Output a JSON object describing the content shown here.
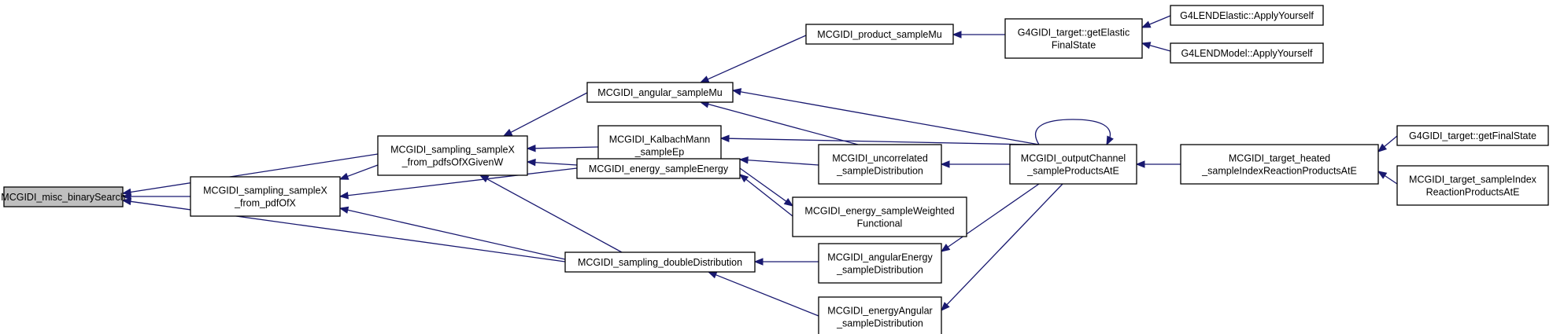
{
  "diagram": {
    "type": "caller-graph",
    "colors": {
      "edge": "#191970",
      "node_fill": "#ffffff",
      "root_fill": "#bfbfbf",
      "border": "#000000"
    },
    "nodes": {
      "root": {
        "lines": [
          "MCGIDI_misc_binarySearch"
        ]
      },
      "pdfOfX": {
        "lines": [
          "MCGIDI_sampling_sampleX",
          "_from_pdfOfX"
        ]
      },
      "pdfsOfXGivenW": {
        "lines": [
          "MCGIDI_sampling_sampleX",
          "_from_pdfsOfXGivenW"
        ]
      },
      "doubleDist": {
        "lines": [
          "MCGIDI_sampling_doubleDistribution"
        ]
      },
      "angularMu": {
        "lines": [
          "MCGIDI_angular_sampleMu"
        ]
      },
      "kalbach": {
        "lines": [
          "MCGIDI_KalbachMann",
          "_sampleEp"
        ]
      },
      "energySample": {
        "lines": [
          "MCGIDI_energy_sampleEnergy"
        ]
      },
      "productMu": {
        "lines": [
          "MCGIDI_product_sampleMu"
        ]
      },
      "uncorrelated": {
        "lines": [
          "MCGIDI_uncorrelated",
          "_sampleDistribution"
        ]
      },
      "weighted": {
        "lines": [
          "MCGIDI_energy_sampleWeighted",
          "Functional"
        ]
      },
      "angularEnergy": {
        "lines": [
          "MCGIDI_angularEnergy",
          "_sampleDistribution"
        ]
      },
      "energyAngular": {
        "lines": [
          "MCGIDI_energyAngular",
          "_sampleDistribution"
        ]
      },
      "getElastic": {
        "lines": [
          "G4GIDI_target::getElastic",
          "FinalState"
        ]
      },
      "outputChannel": {
        "lines": [
          "MCGIDI_outputChannel",
          "_sampleProductsAtE"
        ]
      },
      "lendElastic": {
        "lines": [
          "G4LENDElastic::ApplyYourself"
        ]
      },
      "lendModel": {
        "lines": [
          "G4LENDModel::ApplyYourself"
        ]
      },
      "targetHeated": {
        "lines": [
          "MCGIDI_target_heated",
          "_sampleIndexReactionProductsAtE"
        ]
      },
      "getFinalState": {
        "lines": [
          "G4GIDI_target::getFinalState"
        ]
      },
      "targetSampleIndex": {
        "lines": [
          "MCGIDI_target_sampleIndex",
          "ReactionProductsAtE"
        ]
      }
    },
    "edges": [
      {
        "from": "pdfOfX",
        "to": "root"
      },
      {
        "from": "pdfsOfXGivenW",
        "to": "root"
      },
      {
        "from": "doubleDist",
        "to": "root"
      },
      {
        "from": "pdfsOfXGivenW",
        "to": "pdfOfX"
      },
      {
        "from": "energySample",
        "to": "pdfOfX"
      },
      {
        "from": "doubleDist",
        "to": "pdfOfX"
      },
      {
        "from": "angularMu",
        "to": "pdfsOfXGivenW"
      },
      {
        "from": "kalbach",
        "to": "pdfsOfXGivenW"
      },
      {
        "from": "energySample",
        "to": "pdfsOfXGivenW"
      },
      {
        "from": "doubleDist",
        "to": "pdfsOfXGivenW"
      },
      {
        "from": "productMu",
        "to": "angularMu"
      },
      {
        "from": "uncorrelated",
        "to": "angularMu"
      },
      {
        "from": "outputChannel",
        "to": "angularMu"
      },
      {
        "from": "outputChannel",
        "to": "kalbach"
      },
      {
        "from": "uncorrelated",
        "to": "energySample"
      },
      {
        "from": "weighted",
        "to": "energySample"
      },
      {
        "from": "energySample",
        "to": "weighted"
      },
      {
        "from": "angularEnergy",
        "to": "doubleDist"
      },
      {
        "from": "energyAngular",
        "to": "doubleDist"
      },
      {
        "from": "getElastic",
        "to": "productMu"
      },
      {
        "from": "outputChannel",
        "to": "uncorrelated"
      },
      {
        "from": "outputChannel",
        "to": "angularEnergy"
      },
      {
        "from": "outputChannel",
        "to": "energyAngular"
      },
      {
        "from": "outputChannel",
        "to": "outputChannel"
      },
      {
        "from": "lendElastic",
        "to": "getElastic"
      },
      {
        "from": "lendModel",
        "to": "getElastic"
      },
      {
        "from": "targetHeated",
        "to": "outputChannel"
      },
      {
        "from": "getFinalState",
        "to": "targetHeated"
      },
      {
        "from": "targetSampleIndex",
        "to": "targetHeated"
      }
    ]
  }
}
